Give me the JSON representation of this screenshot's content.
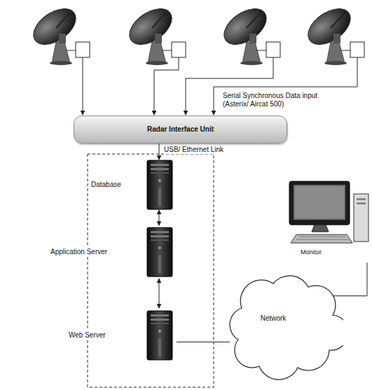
{
  "diagram": {
    "nodes": [
      {
        "text": [
          "Radar Interface Unit"
        ]
      },
      {
        "text": [
          "Database"
        ]
      },
      {
        "text": [
          "Application Server"
        ]
      },
      {
        "text": [
          "Web Server"
        ]
      },
      {
        "text": [
          "Monitor"
        ]
      },
      {
        "text": [
          "Network"
        ]
      }
    ],
    "edges": [
      {
        "from": 0,
        "to": 1,
        "arrow": "to",
        "label": "USB/ Ethernet Link"
      },
      {
        "from": 1,
        "to": 2,
        "arrow": "both"
      },
      {
        "from": 2,
        "to": 3,
        "arrow": "both"
      },
      {
        "from": 3,
        "to": 5,
        "arrow": "none"
      },
      {
        "from": 5,
        "to": 4,
        "arrow": "none"
      }
    ],
    "labels": [
      "Serial Synchronous Data input (Asterix/ Aircat 500)"
    ]
  }
}
